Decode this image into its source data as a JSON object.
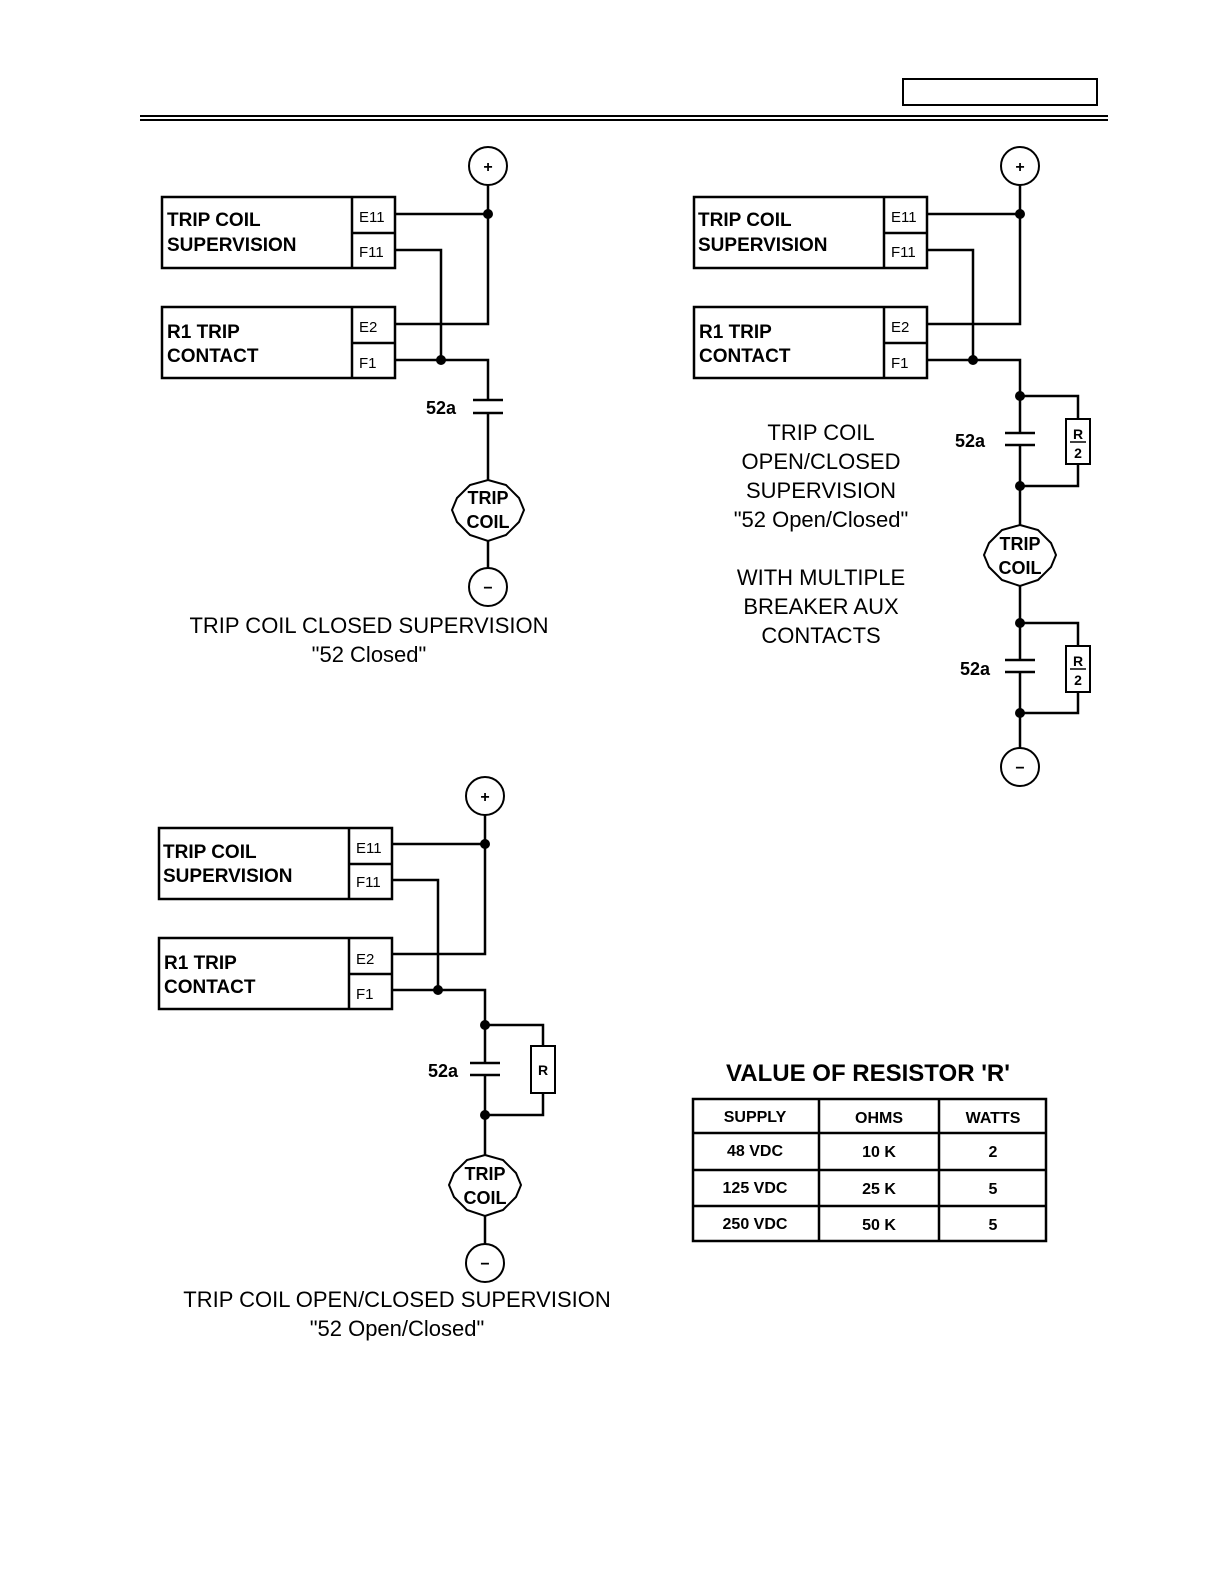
{
  "header": {
    "page_box_text": ""
  },
  "diagrams": [
    {
      "id": "closed",
      "boxes": {
        "supervision": {
          "line1": "TRIP COIL",
          "line2": "SUPERVISION",
          "terminals": [
            "E11",
            "F11"
          ]
        },
        "contact": {
          "line1": "R1 TRIP",
          "line2": "CONTACT",
          "terminals": [
            "E2",
            "F1"
          ]
        }
      },
      "supply_positive": "+",
      "supply_negative": "−",
      "contact_label": "52a",
      "coil": {
        "line1": "TRIP",
        "line2": "COIL"
      },
      "caption": [
        "TRIP COIL CLOSED SUPERVISION",
        "\"52 Closed\""
      ]
    },
    {
      "id": "multiple",
      "boxes": {
        "supervision": {
          "line1": "TRIP COIL",
          "line2": "SUPERVISION",
          "terminals": [
            "E11",
            "F11"
          ]
        },
        "contact": {
          "line1": "R1 TRIP",
          "line2": "CONTACT",
          "terminals": [
            "E2",
            "F1"
          ]
        }
      },
      "supply_positive": "+",
      "supply_negative": "−",
      "contact_labels": [
        "52a",
        "52a"
      ],
      "resistor_label": {
        "num": "R",
        "den": "2"
      },
      "coil": {
        "line1": "TRIP",
        "line2": "COIL"
      },
      "caption": [
        "TRIP COIL",
        "OPEN/CLOSED",
        "SUPERVISION",
        "\"52 Open/Closed\"",
        "",
        "WITH MULTIPLE",
        "BREAKER AUX",
        "CONTACTS"
      ]
    },
    {
      "id": "open_closed",
      "boxes": {
        "supervision": {
          "line1": "TRIP COIL",
          "line2": "SUPERVISION",
          "terminals": [
            "E11",
            "F11"
          ]
        },
        "contact": {
          "line1": "R1 TRIP",
          "line2": "CONTACT",
          "terminals": [
            "E2",
            "F1"
          ]
        }
      },
      "supply_positive": "+",
      "supply_negative": "−",
      "contact_label": "52a",
      "resistor_label": "R",
      "coil": {
        "line1": "TRIP",
        "line2": "COIL"
      },
      "caption": [
        "TRIP COIL OPEN/CLOSED SUPERVISION",
        "\"52 Open/Closed\""
      ]
    }
  ],
  "resistor_table": {
    "title": "VALUE OF RESISTOR 'R'",
    "headers": [
      "SUPPLY",
      "OHMS",
      "WATTS"
    ],
    "rows": [
      [
        "48 VDC",
        "10 K",
        "2"
      ],
      [
        "125 VDC",
        "25 K",
        "5"
      ],
      [
        "250 VDC",
        "50 K",
        "5"
      ]
    ]
  }
}
